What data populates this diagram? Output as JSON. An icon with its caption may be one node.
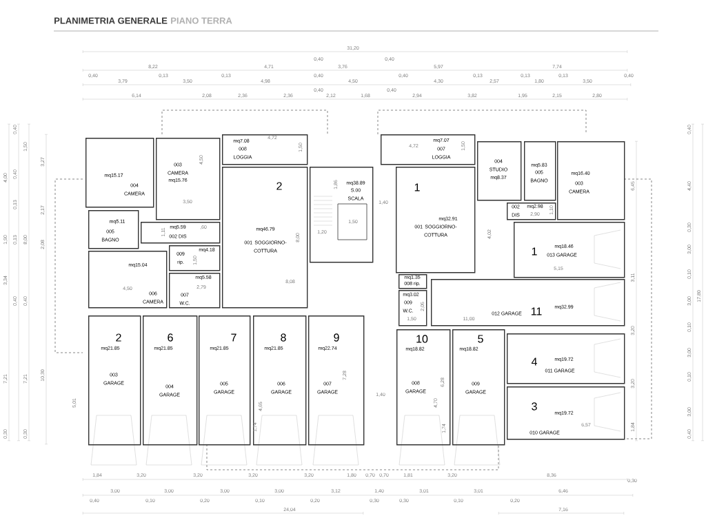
{
  "diagram": {
    "title": "PLANIMETRIA GENERALE",
    "nodes": [
      {
        "text": [
          "mq15.17",
          "004 CAMERA"
        ]
      },
      {
        "text": [
          "003 CAMERA",
          "mq15.76"
        ]
      },
      {
        "text": [
          "mq7.08",
          "008 LOGGIA"
        ]
      },
      {
        "text": [
          "2",
          "mq46.79",
          "001 SOGGIORNO-COTTURA"
        ]
      },
      {
        "text": [
          "mq5.11",
          "005 BAGNO"
        ]
      },
      {
        "text": [
          "mq5.59",
          "002 DIS"
        ]
      },
      {
        "text": [
          "mq4.18",
          "009 rip."
        ]
      },
      {
        "text": [
          "mq5.58",
          "007 W.C."
        ]
      },
      {
        "text": [
          "mq15.04",
          "006 CAMERA"
        ]
      },
      {
        "text": [
          "mq38.89",
          "S.00 SCALA"
        ]
      },
      {
        "text": [
          "mq7.07",
          "007 LOGGIA"
        ]
      },
      {
        "text": [
          "1",
          "mq32.91",
          "001 SOGGIORNO-COTTURA"
        ]
      },
      {
        "text": [
          "004 STUDIO",
          "mq8.37"
        ]
      },
      {
        "text": [
          "mq5.83",
          "005 BAGNO"
        ]
      },
      {
        "text": [
          "mq16.40",
          "003 CAMERA"
        ]
      },
      {
        "text": [
          "002 DIS",
          "mq2.98"
        ]
      },
      {
        "text": [
          "mq1.35",
          "008 rip."
        ]
      },
      {
        "text": [
          "mq3.02",
          "009 W.C."
        ]
      },
      {
        "text": [
          "1",
          "mq18.46",
          "013 GARAGE"
        ]
      },
      {
        "text": [
          "11",
          "mq32.99",
          "012 GARAGE"
        ]
      },
      {
        "text": [
          "4",
          "mq19.72",
          "011 GARAGE"
        ]
      },
      {
        "text": [
          "3",
          "mq19.72",
          "010 GARAGE"
        ]
      },
      {
        "text": [
          "10",
          "mq18.82",
          "008 GARAGE"
        ]
      },
      {
        "text": [
          "5",
          "mq18.82",
          "009 GARAGE"
        ]
      },
      {
        "text": [
          "2",
          "mq21.85",
          "003 GARAGE"
        ]
      },
      {
        "text": [
          "6",
          "mq21.85",
          "004 GARAGE"
        ]
      },
      {
        "text": [
          "7",
          "mq21.85",
          "005 GARAGE"
        ]
      },
      {
        "text": [
          "8",
          "mq21.85",
          "006 GARAGE"
        ]
      },
      {
        "text": [
          "9",
          "mq22.74",
          "007 GARAGE"
        ]
      }
    ],
    "labels": [
      "PIANO TERRA",
      "31,20",
      "8,22",
      "4,71",
      "0,40",
      "3,76",
      "0,40",
      "5,97",
      "7,74",
      "0,40",
      "3,79",
      "0,13",
      "3,50",
      "0,13",
      "4,98",
      "0,40",
      "4,50",
      "0,40",
      "4,30",
      "0,13",
      "2,57",
      "0,13",
      "1,80",
      "0,13",
      "3,50",
      "0,40",
      "6,14",
      "2,08",
      "2,36",
      "2,36",
      "0,40",
      "2,12",
      "1,68",
      "0,40",
      "2,94",
      "3,82",
      "1,95",
      "2,15",
      "2,80",
      "4,00",
      "1,90",
      "3,34",
      "7,21",
      "0,30",
      "0,40",
      "0,40",
      "0,13",
      "0,13",
      "0,40",
      "1,50",
      "8,00",
      "0,40",
      "7,21",
      "0,30",
      "3,27",
      "2,17",
      "2,08",
      "10,30",
      "4,72",
      "1,50",
      "1,86",
      "4,50",
      "3,50",
      ",60",
      "1,11",
      "1,50",
      "4,50",
      "2,79",
      "8,08",
      "8,00",
      "1,20",
      "1,50",
      "1,40",
      "4,72",
      "1,50",
      "2,90",
      "1,10",
      "4,02",
      "5,15",
      "1,50",
      "11,00",
      "2,05",
      "6,57",
      "6,28",
      "4,70",
      "1,74",
      "1,40",
      "5,01",
      "7,28",
      "4,65",
      "1,74",
      "6,45",
      "3,11",
      "3,20",
      "3,20",
      "1,84",
      "0,40",
      "4,40",
      "0,30",
      "3,00",
      "0,10",
      "3,00",
      "0,10",
      "3,00",
      "0,10",
      "3,00",
      "0,40",
      "17,80",
      "1,84",
      "3,20",
      "3,20",
      "3,20",
      "3,20",
      "1,80",
      "0,70",
      "0,70",
      "1,81",
      "3,20",
      "8,36",
      "0,30",
      "3,00",
      "3,00",
      "3,00",
      "3,00",
      "3,12",
      "1,40",
      "3,01",
      "3,01",
      "6,46",
      "0,40",
      "0,10",
      "0,20",
      "0,10",
      "0,20",
      "0,30",
      "0,30",
      "0,10",
      "0,20",
      "24,04",
      "7,16"
    ]
  }
}
